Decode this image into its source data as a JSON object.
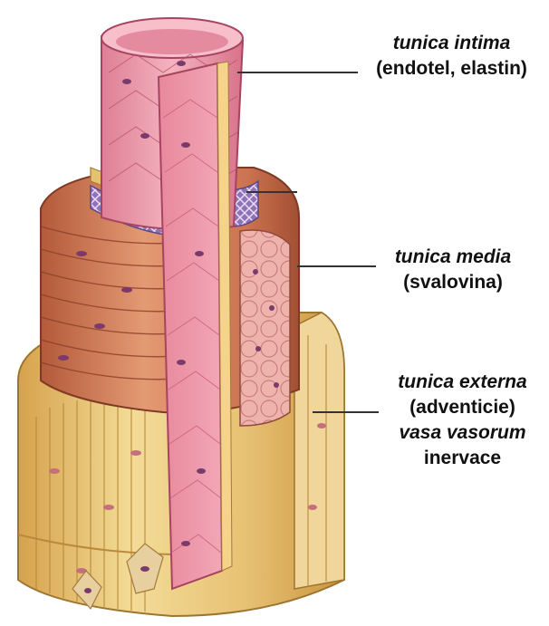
{
  "labels": {
    "intima": {
      "name": "tunica intima",
      "detail": "(endotel, elastin)"
    },
    "media": {
      "name": "tunica media",
      "detail": "(svalovina)"
    },
    "externa": {
      "name": "tunica externa",
      "detail": "(adventicie)",
      "extra1": "vasa vasorum",
      "extra2": "inervace"
    }
  },
  "colors": {
    "intima": "#e98aa0",
    "intima_dark": "#c9566f",
    "media": "#cf7a5a",
    "media_dark": "#a4503a",
    "externa": "#e9c778",
    "externa_dark": "#c79a3e",
    "elastic": "#7a5aa0",
    "nucleus": "#7b3a6c",
    "leader": "#333333"
  }
}
